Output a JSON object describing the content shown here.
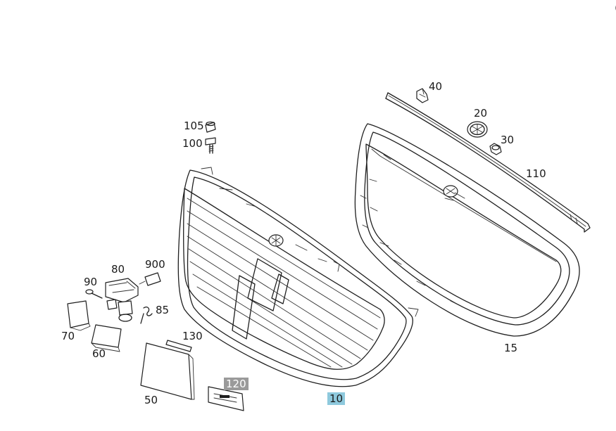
{
  "labels": {
    "p10": "10",
    "p15": "15",
    "p20": "20",
    "p30": "30",
    "p40": "40",
    "p50": "50",
    "p60": "60",
    "p70": "70",
    "p80": "80",
    "p85": "85",
    "p90": "90",
    "p100": "100",
    "p105": "105",
    "p110": "110",
    "p120": "120",
    "p130": "130",
    "p900": "900",
    "corner": "("
  },
  "colors": {
    "highlight_120": "#9a9a9a",
    "highlight_10": "#8ec9dd",
    "line": "#1f1f1f"
  }
}
